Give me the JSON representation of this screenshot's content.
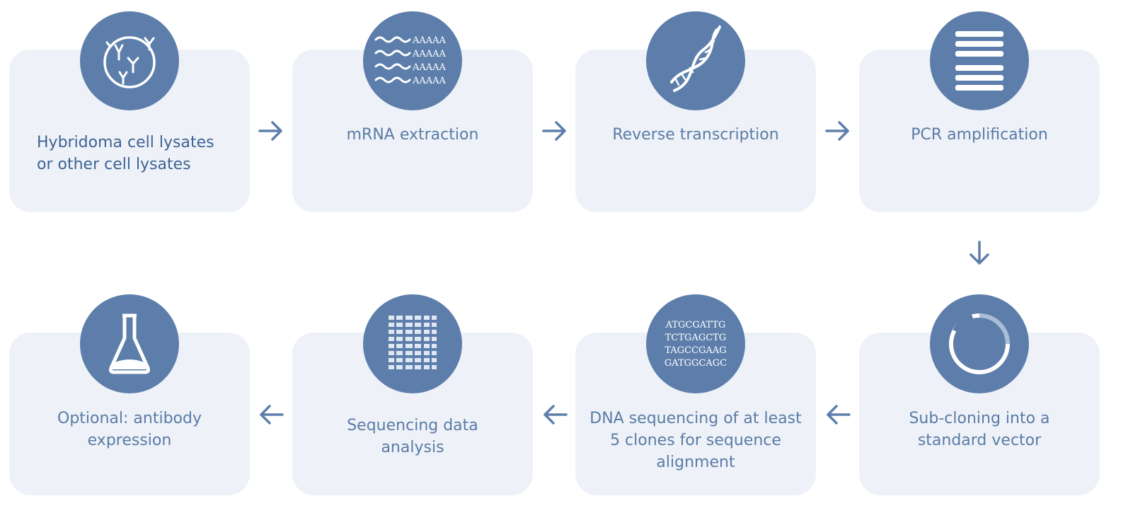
{
  "steps": [
    {
      "label": "Hybridoma cell  lysates\nor other cell lysates",
      "icon": "antibody-cell-icon"
    },
    {
      "label": "mRNA extraction",
      "icon": "mrna-icon",
      "icon_text": [
        "AAAAA",
        "AAAAA",
        "AAAAA",
        "AAAAA"
      ]
    },
    {
      "label": "Reverse transcription",
      "icon": "dna-helix-icon"
    },
    {
      "label": "PCR amplification",
      "icon": "gel-bands-icon"
    },
    {
      "label": "Sub-cloning into a\nstandard vector",
      "icon": "plasmid-vector-icon"
    },
    {
      "label": "DNA sequencing of at least\n5 clones for sequence\nalignment",
      "icon": "dna-sequence-icon",
      "icon_text": [
        "ATGCGATTG",
        "TCTGAGCTG",
        "TAGCCGAAG",
        "GATGGCAGC"
      ]
    },
    {
      "label": "Sequencing data\nanalysis",
      "icon": "sequence-alignment-icon"
    },
    {
      "label": "Optional: antibody\nexpression",
      "icon": "flask-icon"
    }
  ],
  "colors": {
    "card_bg": "#eef2f8",
    "circle": "#5d7eab",
    "text": "#5a7ba6",
    "arrow": "#5d7eab"
  }
}
